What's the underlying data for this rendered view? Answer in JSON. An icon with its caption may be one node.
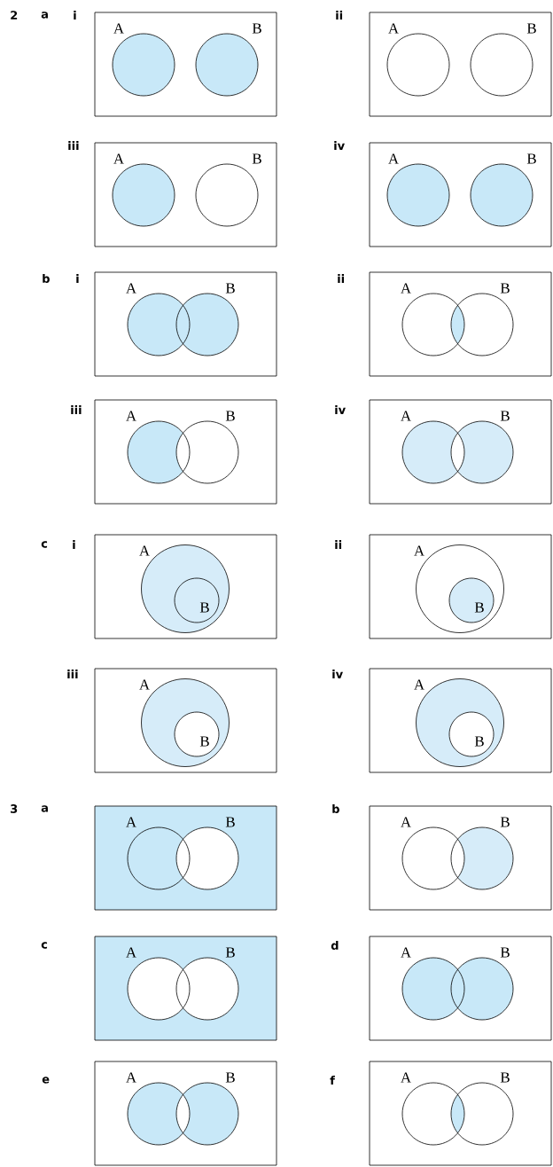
{
  "diagram": {
    "nodes": [
      {
        "text": [
          "A",
          "B"
        ]
      },
      {
        "text": [
          "A",
          "B"
        ]
      },
      {
        "text": [
          "A",
          "B"
        ]
      },
      {
        "text": [
          "A",
          "B"
        ]
      },
      {
        "text": [
          "A",
          "B"
        ]
      },
      {
        "text": [
          "A",
          "B"
        ]
      },
      {
        "text": [
          "A",
          "B"
        ]
      },
      {
        "text": [
          "A",
          "B"
        ]
      },
      {
        "text": [
          "A",
          "B"
        ]
      },
      {
        "text": [
          "A",
          "B"
        ]
      },
      {
        "text": [
          "A",
          "B"
        ]
      },
      {
        "text": [
          "A",
          "B"
        ]
      },
      {
        "text": [
          "A",
          "B"
        ]
      },
      {
        "text": [
          "A",
          "B"
        ]
      },
      {
        "text": [
          "A",
          "B"
        ]
      },
      {
        "text": [
          "A",
          "B"
        ]
      },
      {
        "text": [
          "A",
          "B"
        ]
      },
      {
        "text": [
          "A",
          "B"
        ]
      }
    ],
    "labels": [
      "2",
      "a",
      "i",
      "ii",
      "iii",
      "iv",
      "b",
      "i",
      "ii",
      "iii",
      "iv",
      "c",
      "i",
      "ii",
      "iii",
      "iv",
      "3",
      "a",
      "b",
      "c",
      "d",
      "e",
      "f"
    ]
  }
}
